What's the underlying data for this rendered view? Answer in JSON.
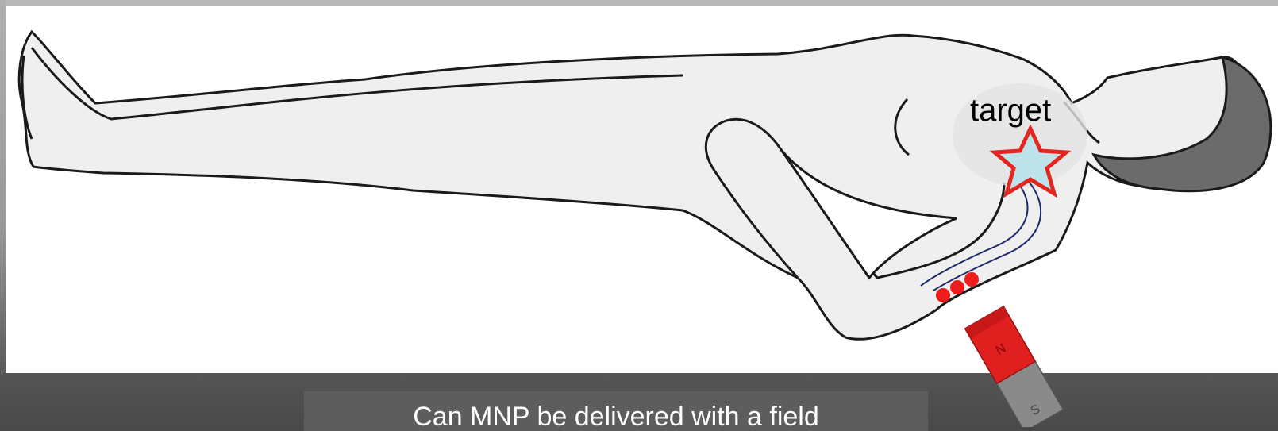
{
  "figure": {
    "target_label": "target",
    "caption": "Can MNP be delivered with a field",
    "colors": {
      "body_fill": "#efefef",
      "outline": "#1a1a1a",
      "hair": "#6b6b6b",
      "star_fill": "#bfe3ea",
      "star_stroke": "#e3261f",
      "particles": "#ee1c1c",
      "vessel": "#1c2a6b",
      "magnet_red": "#e0201e",
      "magnet_grey": "#8a8a8a"
    },
    "icons": [
      "human-body-outline",
      "target-star-icon",
      "blood-vessel",
      "nanoparticles",
      "bar-magnet-icon"
    ]
  }
}
